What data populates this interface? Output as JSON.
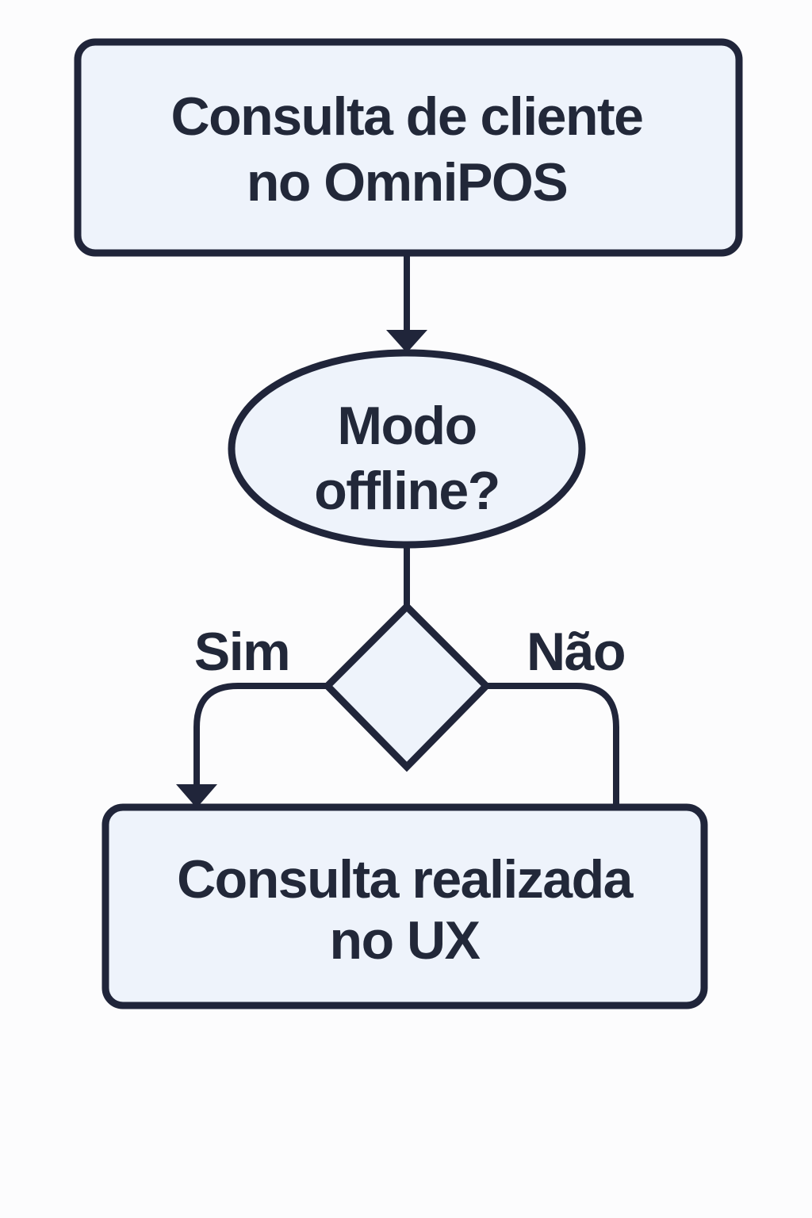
{
  "diagram": {
    "type": "flowchart",
    "language": "pt-BR",
    "colors": {
      "bg": "#fcfcfd",
      "fill": "#eef3fb",
      "stroke": "#20253a",
      "text": "#222839"
    },
    "nodes": [
      {
        "id": "start",
        "shape": "rounded-rectangle",
        "text": "Consulta de cliente no OmniPOS",
        "line1": "Consulta de cliente",
        "line2": "no OmniPOS"
      },
      {
        "id": "question",
        "shape": "ellipse",
        "text": "Modo offline?",
        "line1": "Modo",
        "line2": "offline?"
      },
      {
        "id": "decision",
        "shape": "diamond",
        "text": ""
      },
      {
        "id": "end",
        "shape": "rounded-rectangle",
        "text": "Consulta realizada no UX",
        "line1": "Consulta realizada",
        "line2": "no UX"
      }
    ],
    "edges": [
      {
        "from": "start",
        "to": "question",
        "label": "",
        "arrowhead": true
      },
      {
        "from": "question",
        "to": "decision",
        "label": "",
        "arrowhead": false
      },
      {
        "from": "decision",
        "to": "end",
        "label": "Sim",
        "side": "left",
        "arrowhead": true
      },
      {
        "from": "decision",
        "to": "end",
        "label": "Não",
        "side": "right",
        "arrowhead": false
      }
    ]
  }
}
